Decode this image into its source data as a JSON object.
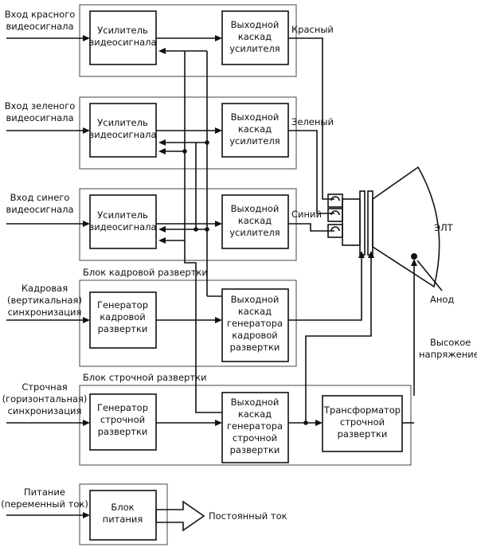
{
  "inputs": {
    "red": [
      "Вход красного",
      "видеосигнала"
    ],
    "green": [
      "Вход зеленого",
      "видеосигнала"
    ],
    "blue": [
      "Вход синего",
      "видеосигнала"
    ],
    "vsync": [
      "Кадровая",
      "(вертикальная)",
      "синхронизация"
    ],
    "hsync": [
      "Строчная",
      "(горизонтальная)",
      "синхронизация"
    ],
    "power": [
      "Питание",
      "(переменный ток)"
    ]
  },
  "blocks": {
    "amp": [
      "Усилитель",
      "видеосигнала"
    ],
    "out_amp": [
      "Выходной",
      "каскад",
      "усилителя"
    ],
    "vgen": [
      "Генератор",
      "кадровой",
      "развертки"
    ],
    "vout": [
      "Выходной",
      "каскад",
      "генератора",
      "кадровой",
      "развертки"
    ],
    "hgen": [
      "Генератор",
      "строчной",
      "развертки"
    ],
    "hout": [
      "Выходной",
      "каскад",
      "генератора",
      "строчной",
      "развертки"
    ],
    "transformer": [
      "Трансформатор",
      "строчной",
      "развертки"
    ],
    "psu": [
      "Блок",
      "питания"
    ]
  },
  "groups": {
    "vertical": "Блок кадровой развертки",
    "horizontal": "Блок строчной развертки"
  },
  "signals": {
    "red": "Красный",
    "green": "Зеленый",
    "blue": "Синий"
  },
  "crt": {
    "label": "ЭЛТ",
    "anode": "Анод",
    "hv": [
      "Высокое",
      "напряжение"
    ]
  },
  "dc_out": "Постоянный ток"
}
